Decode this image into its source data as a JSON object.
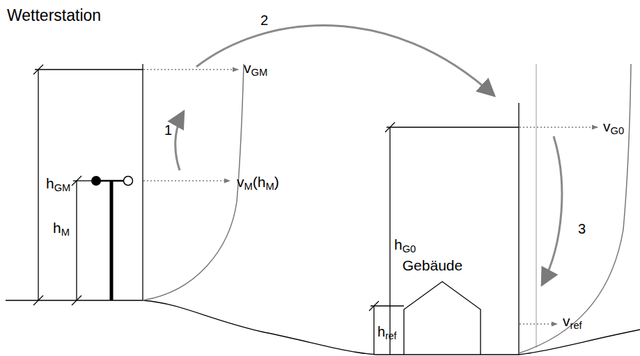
{
  "diagram": {
    "nodes": [
      {
        "text": [
          "Gebäude"
        ]
      }
    ],
    "labels": [
      "Wetterstation",
      "2",
      "vGM",
      "hGM",
      "1",
      "vM(hM)",
      "hM",
      "vG0",
      "3",
      "hG0",
      "vref",
      "href"
    ]
  }
}
